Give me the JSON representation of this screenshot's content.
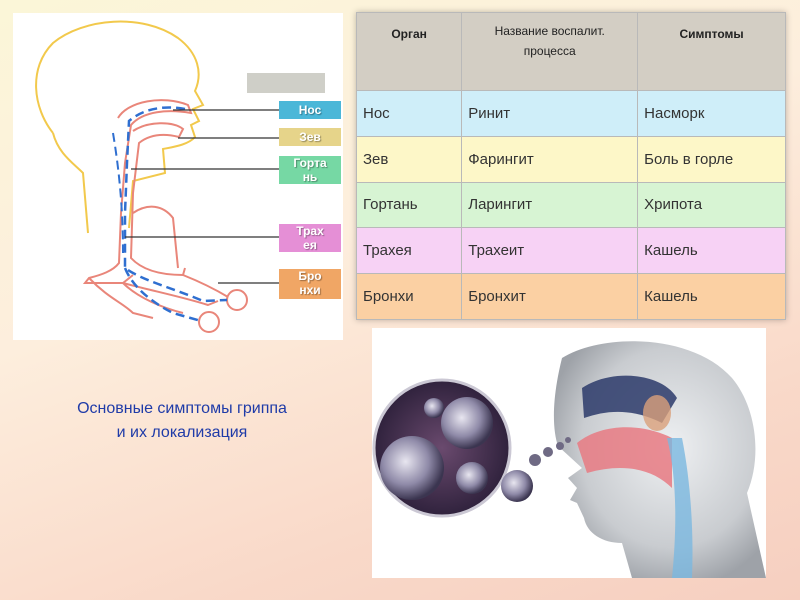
{
  "diagram": {
    "labels": [
      {
        "text": "Нос",
        "color": "#4bb7d8"
      },
      {
        "text": "Зев",
        "color": "#e6d48a"
      },
      {
        "text": "Гортань",
        "color": "#76d8a4",
        "display": "Горта\nнь"
      },
      {
        "text": "Трахея",
        "color": "#e58fd6",
        "display": "Трах\nея"
      },
      {
        "text": "Бронхи",
        "color": "#f0a665",
        "display": "Бро\nнхи"
      }
    ]
  },
  "table": {
    "headers": {
      "organ": "Орган",
      "process": "Название воспалит. процесса",
      "symptoms": "Симптомы"
    },
    "header_bg": "#d3cec4",
    "rows": [
      {
        "organ": "Нос",
        "process": "Ринит",
        "symptom": "Насморк",
        "bg": "#cfeef9"
      },
      {
        "organ": "Зев",
        "process": "Фарингит",
        "symptom": "Боль в горле",
        "bg": "#fdf7c8"
      },
      {
        "organ": "Гортань",
        "process": "Ларингит",
        "symptom": "Хрипота",
        "bg": "#d7f4d3"
      },
      {
        "organ": "Трахея",
        "process": "Трахеит",
        "symptom": "Кашель",
        "bg": "#f7d2f5"
      },
      {
        "organ": "Бронхи",
        "process": "Бронхит",
        "symptom": "Кашель",
        "bg": "#fbd0a3"
      }
    ]
  },
  "caption": {
    "line1": "Основные симптомы гриппа",
    "line2": "и их локализация"
  }
}
